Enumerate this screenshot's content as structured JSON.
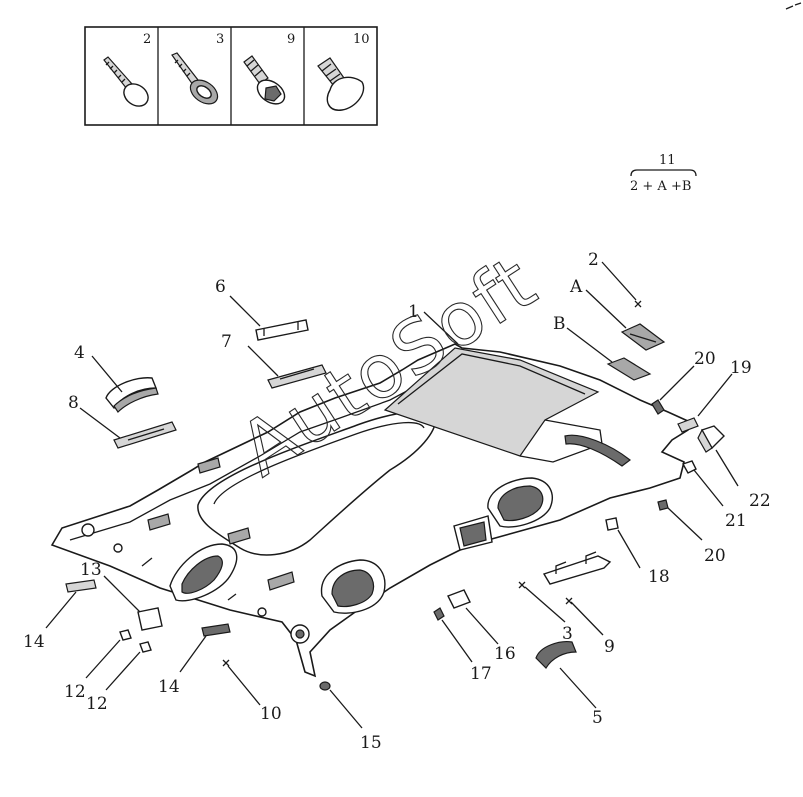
{
  "fastener_box": {
    "cells": [
      {
        "label": "2",
        "icon": "tapping-screw-icon"
      },
      {
        "label": "3",
        "icon": "washer-screw-icon"
      },
      {
        "label": "9",
        "icon": "flange-bolt-icon"
      },
      {
        "label": "10",
        "icon": "push-clip-icon"
      }
    ]
  },
  "assembly_note": {
    "top": "11",
    "bottom": "2 + A +B"
  },
  "watermark": "AutoSoft",
  "callouts": [
    {
      "id": "c1",
      "text": "1"
    },
    {
      "id": "c2",
      "text": "2"
    },
    {
      "id": "cA",
      "text": "A"
    },
    {
      "id": "cB",
      "text": "B"
    },
    {
      "id": "c3",
      "text": "3"
    },
    {
      "id": "c4",
      "text": "4"
    },
    {
      "id": "c5",
      "text": "5"
    },
    {
      "id": "c6",
      "text": "6"
    },
    {
      "id": "c7",
      "text": "7"
    },
    {
      "id": "c8",
      "text": "8"
    },
    {
      "id": "c9",
      "text": "9"
    },
    {
      "id": "c10",
      "text": "10"
    },
    {
      "id": "c12a",
      "text": "12"
    },
    {
      "id": "c12b",
      "text": "12"
    },
    {
      "id": "c13",
      "text": "13"
    },
    {
      "id": "c14a",
      "text": "14"
    },
    {
      "id": "c14b",
      "text": "14"
    },
    {
      "id": "c15",
      "text": "15"
    },
    {
      "id": "c16",
      "text": "16"
    },
    {
      "id": "c17",
      "text": "17"
    },
    {
      "id": "c18",
      "text": "18"
    },
    {
      "id": "c19",
      "text": "19"
    },
    {
      "id": "c20a",
      "text": "20"
    },
    {
      "id": "c20b",
      "text": "20"
    },
    {
      "id": "c21",
      "text": "21"
    },
    {
      "id": "c22",
      "text": "22"
    }
  ]
}
